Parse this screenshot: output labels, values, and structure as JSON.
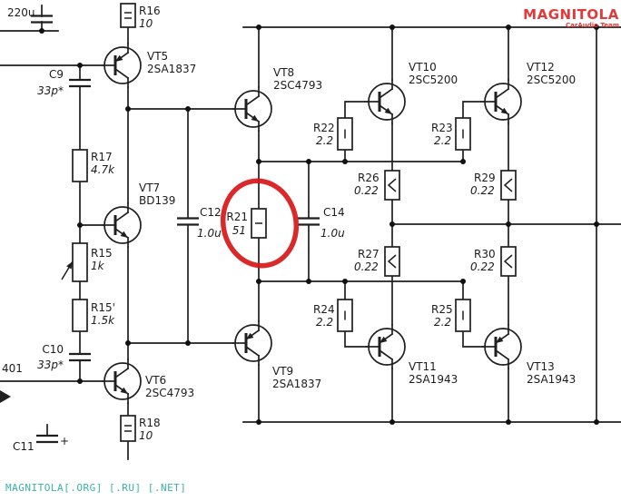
{
  "watermark": {
    "brand": "MAGNITOLA",
    "team": "CarAudio Team"
  },
  "footer": {
    "text": "MAGNITOLA[.ORG] [.RU] [.NET]"
  },
  "net_401": "401",
  "plus": "+",
  "colors": {
    "wire": "#1f1f1f",
    "highlight": "#d81616",
    "watermark": "#e13a3a",
    "footer": "#38b2a7"
  },
  "highlight": {
    "target": "R21"
  },
  "components": {
    "c220u": {
      "ref": "",
      "value": "220u"
    },
    "c9": {
      "ref": "C9",
      "value": "33p*"
    },
    "c10": {
      "ref": "C10",
      "value": "33p*"
    },
    "c11": {
      "ref": "C11",
      "value": ""
    },
    "c12": {
      "ref": "C12",
      "value": "1.0u"
    },
    "c14": {
      "ref": "C14",
      "value": "1.0u"
    },
    "r15": {
      "ref": "R15",
      "value": "1k"
    },
    "r15p": {
      "ref": "R15'",
      "value": "1.5k"
    },
    "r16": {
      "ref": "R16",
      "value": "10"
    },
    "r17": {
      "ref": "R17",
      "value": "4.7k"
    },
    "r18": {
      "ref": "R18",
      "value": "10"
    },
    "r21": {
      "ref": "R21",
      "value": "51"
    },
    "r22": {
      "ref": "R22",
      "value": "2.2"
    },
    "r23": {
      "ref": "R23",
      "value": "2.2"
    },
    "r24": {
      "ref": "R24",
      "value": "2.2"
    },
    "r25": {
      "ref": "R25",
      "value": "2.2"
    },
    "r26": {
      "ref": "R26",
      "value": "0.22"
    },
    "r27": {
      "ref": "R27",
      "value": "0.22"
    },
    "r29": {
      "ref": "R29",
      "value": "0.22"
    },
    "r30": {
      "ref": "R30",
      "value": "0.22"
    },
    "vt5": {
      "ref": "VT5",
      "value": "2SA1837"
    },
    "vt6": {
      "ref": "VT6",
      "value": "2SC4793"
    },
    "vt7": {
      "ref": "VT7",
      "value": "BD139"
    },
    "vt8": {
      "ref": "VT8",
      "value": "2SC4793"
    },
    "vt9": {
      "ref": "VT9",
      "value": "2SA1837"
    },
    "vt10": {
      "ref": "VT10",
      "value": "2SC5200"
    },
    "vt11": {
      "ref": "VT11",
      "value": "2SA1943"
    },
    "vt12": {
      "ref": "VT12",
      "value": "2SC5200"
    },
    "vt13": {
      "ref": "VT13",
      "value": "2SA1943"
    }
  }
}
